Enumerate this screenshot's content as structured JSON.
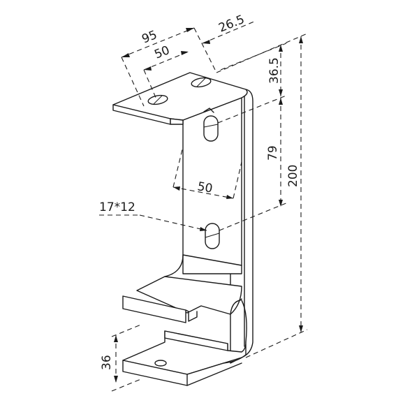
{
  "diagram": {
    "subject": "C-shaped wall bracket, isometric line drawing",
    "colors": {
      "line": "#1a1a1a",
      "background": "#ffffff"
    },
    "dimensions": {
      "top_hole_outer_span": "95",
      "top_hole_spacing": "50",
      "top_edge_offset": "26.5",
      "top_to_first_slot": "36.5",
      "slot_spacing_vertical": "79",
      "total_height": "200",
      "slot_spacing_horizontal": "50",
      "slot_size": "17*12",
      "bottom_flange_height": "36"
    }
  }
}
